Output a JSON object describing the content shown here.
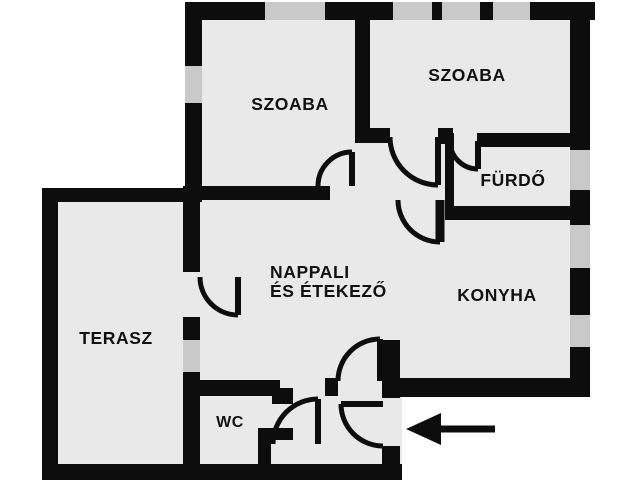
{
  "colors": {
    "wall": "#0d0d0d",
    "room": "#e9e9e9",
    "window": "#c9c9c9",
    "page": "#ffffff",
    "label": "#111111"
  },
  "rooms": {
    "szoba1": {
      "label": "SZOABA"
    },
    "szoba2": {
      "label": "SZOABA"
    },
    "furdo": {
      "label": "FÜRDŐ"
    },
    "nappali": {
      "line1": "NAPPALI",
      "line2": "ÉS ÉTEKEZŐ"
    },
    "konyha": {
      "label": "KONYHA"
    },
    "terasz": {
      "label": "TERASZ"
    },
    "wc": {
      "label": "WC"
    }
  }
}
